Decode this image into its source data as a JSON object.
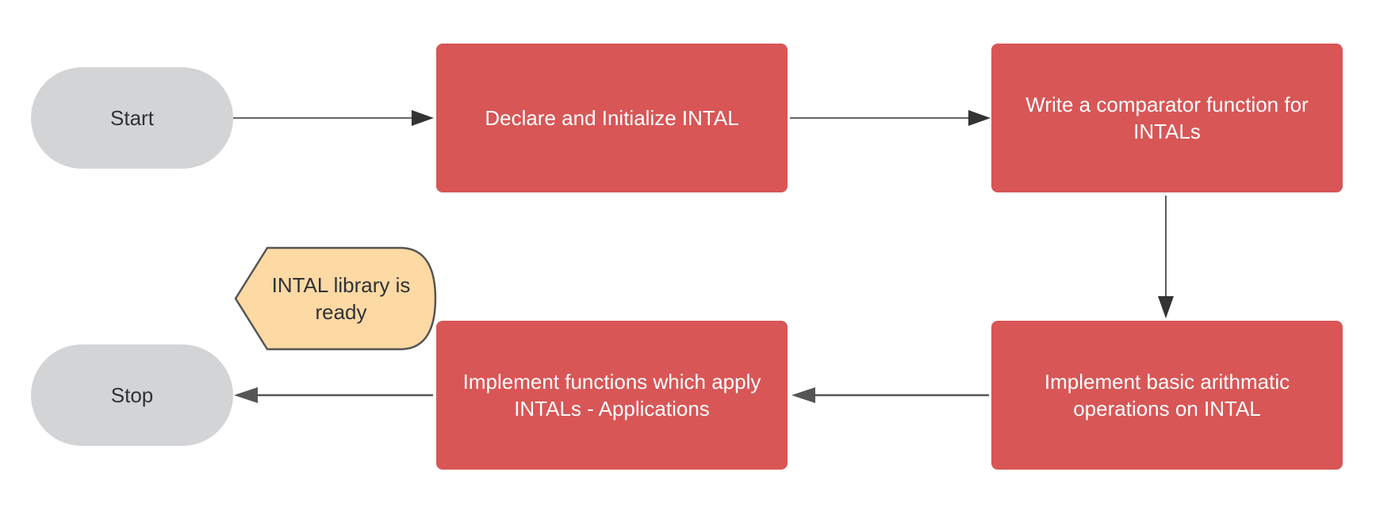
{
  "nodes": {
    "start": {
      "label": "Start"
    },
    "declare": {
      "label": "Declare and Initialize INTAL"
    },
    "comparator": {
      "label": "Write a comparator function for INTALs"
    },
    "arithmetic": {
      "label": "Implement basic arithmatic operations on INTAL"
    },
    "applications": {
      "label": "Implement functions which apply INTALs - Applications"
    },
    "stop": {
      "label": "Stop"
    },
    "ready": {
      "label": "INTAL library is ready"
    }
  },
  "colors": {
    "process_fill": "#d85656",
    "terminal_fill": "#d3d4d6",
    "display_fill": "#fdd9a4",
    "connector": "#333333"
  }
}
